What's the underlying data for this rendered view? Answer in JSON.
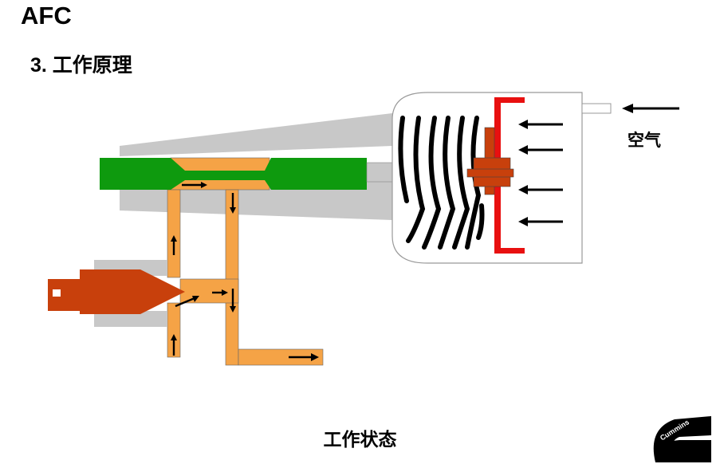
{
  "header": {
    "title": "AFC",
    "subtitle": "3. 工作原理"
  },
  "labels": {
    "air": "空气",
    "caption": "工作状态"
  },
  "logo": {
    "brand": "Cummins"
  },
  "colors": {
    "housing_gray": "#c8c8c8",
    "piston_green": "#0e9a0e",
    "oil_orange": "#f5a346",
    "valve_red_brown": "#c8400c",
    "diaphragm_red": "#e81010",
    "spring_black": "#000000"
  }
}
